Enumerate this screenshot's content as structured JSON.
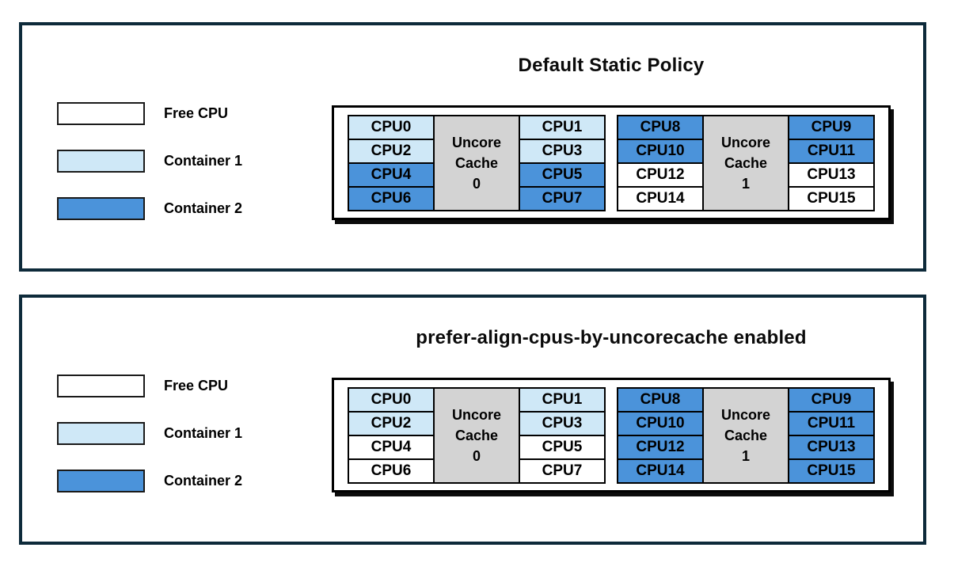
{
  "colors": {
    "free": "#ffffff",
    "container1": "#cfe8f7",
    "container2": "#4b93da",
    "uncore": "#d3d3d3",
    "panel_border": "#0d2a3a",
    "cell_border": "#000000",
    "text": "#000000"
  },
  "panels": [
    {
      "title": "Default Static Policy",
      "legend": [
        {
          "label": "Free CPU",
          "color_key": "free"
        },
        {
          "label": "Container 1",
          "color_key": "container1"
        },
        {
          "label": "Container 2",
          "color_key": "container2"
        }
      ],
      "groups": [
        {
          "cache_lines": [
            "Uncore",
            "Cache",
            "0"
          ],
          "cache_fill": "uncore",
          "left": [
            {
              "label": "CPU0",
              "state": "container1"
            },
            {
              "label": "CPU2",
              "state": "container1"
            },
            {
              "label": "CPU4",
              "state": "container2"
            },
            {
              "label": "CPU6",
              "state": "container2"
            }
          ],
          "right": [
            {
              "label": "CPU1",
              "state": "container1"
            },
            {
              "label": "CPU3",
              "state": "container1"
            },
            {
              "label": "CPU5",
              "state": "container2"
            },
            {
              "label": "CPU7",
              "state": "container2"
            }
          ]
        },
        {
          "cache_lines": [
            "Uncore",
            "Cache",
            "1"
          ],
          "cache_fill": "uncore",
          "left": [
            {
              "label": "CPU8",
              "state": "container2"
            },
            {
              "label": "CPU10",
              "state": "container2"
            },
            {
              "label": "CPU12",
              "state": "free"
            },
            {
              "label": "CPU14",
              "state": "free"
            }
          ],
          "right": [
            {
              "label": "CPU9",
              "state": "container2"
            },
            {
              "label": "CPU11",
              "state": "container2"
            },
            {
              "label": "CPU13",
              "state": "free"
            },
            {
              "label": "CPU15",
              "state": "free"
            }
          ]
        }
      ]
    },
    {
      "title": "prefer-align-cpus-by-uncorecache enabled",
      "legend": [
        {
          "label": "Free CPU",
          "color_key": "free"
        },
        {
          "label": "Container 1",
          "color_key": "container1"
        },
        {
          "label": "Container 2",
          "color_key": "container2"
        }
      ],
      "groups": [
        {
          "cache_lines": [
            "Uncore",
            "Cache",
            "0"
          ],
          "cache_fill": "uncore",
          "left": [
            {
              "label": "CPU0",
              "state": "container1"
            },
            {
              "label": "CPU2",
              "state": "container1"
            },
            {
              "label": "CPU4",
              "state": "free"
            },
            {
              "label": "CPU6",
              "state": "free"
            }
          ],
          "right": [
            {
              "label": "CPU1",
              "state": "container1"
            },
            {
              "label": "CPU3",
              "state": "container1"
            },
            {
              "label": "CPU5",
              "state": "free"
            },
            {
              "label": "CPU7",
              "state": "free"
            }
          ]
        },
        {
          "cache_lines": [
            "Uncore",
            "Cache",
            "1"
          ],
          "cache_fill": "uncore",
          "left": [
            {
              "label": "CPU8",
              "state": "container2"
            },
            {
              "label": "CPU10",
              "state": "container2"
            },
            {
              "label": "CPU12",
              "state": "container2"
            },
            {
              "label": "CPU14",
              "state": "container2"
            }
          ],
          "right": [
            {
              "label": "CPU9",
              "state": "container2"
            },
            {
              "label": "CPU11",
              "state": "container2"
            },
            {
              "label": "CPU13",
              "state": "container2"
            },
            {
              "label": "CPU15",
              "state": "container2"
            }
          ]
        }
      ]
    }
  ]
}
